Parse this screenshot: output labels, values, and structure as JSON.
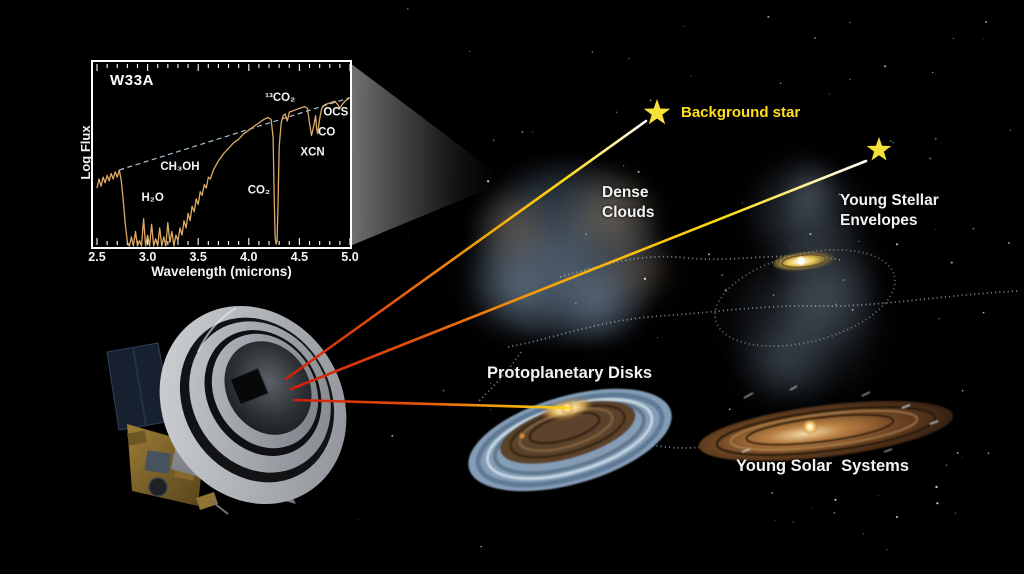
{
  "figure": {
    "type": "astronomy infographic: ice spectroscopy sightlines",
    "background_color": "#000000"
  },
  "labels": {
    "background_star": "Background star",
    "dense_clouds_line1": "Dense",
    "dense_clouds_line2": "Clouds",
    "young_stellar_envelopes_line1": "Young Stellar",
    "young_stellar_envelopes_line2": "Envelopes",
    "protoplanetary_disks": "Protoplanetary Disks",
    "young_solar_systems": "Young Solar  Systems"
  },
  "colors": {
    "star": "#f6e03a",
    "background_star_label": "#ffdf1e",
    "object_label": "#f2f2f2",
    "sightline": [
      "#cf1d0d",
      "#e65309",
      "#f2a50b",
      "#ffd90f",
      "#ffffff"
    ],
    "spectrum_line": "#dcaa66",
    "continuum_line": "#a9c2d2",
    "plot_border": "#ffffff"
  },
  "inset_chart": {
    "title": "W33A",
    "xlabel": "Wavelength (microns)",
    "ylabel": "Log Flux"
  },
  "chart_data": {
    "type": "line",
    "title": "W33A",
    "xlabel": "Wavelength (microns)",
    "ylabel": "Log Flux",
    "xlim": [
      2.46,
      5.0
    ],
    "ylim": [
      0,
      1
    ],
    "x_major_ticks": [
      2.5,
      3.0,
      3.5,
      4.0,
      4.5,
      5.0
    ],
    "x_minor_tick_step": 0.1,
    "grid": false,
    "legend": false,
    "series": [
      {
        "name": "W33A ice absorption spectrum",
        "color": "#dcaa66",
        "style": "solid",
        "x": [
          2.5,
          2.52,
          2.54,
          2.56,
          2.58,
          2.6,
          2.62,
          2.64,
          2.66,
          2.68,
          2.7,
          2.72,
          2.74,
          2.76,
          2.78,
          2.8,
          2.82,
          2.84,
          2.86,
          2.88,
          2.9,
          2.92,
          2.94,
          2.96,
          2.98,
          3.0,
          3.02,
          3.04,
          3.06,
          3.08,
          3.1,
          3.12,
          3.14,
          3.16,
          3.18,
          3.2,
          3.22,
          3.24,
          3.26,
          3.28,
          3.3,
          3.32,
          3.34,
          3.36,
          3.38,
          3.4,
          3.42,
          3.44,
          3.46,
          3.48,
          3.5,
          3.52,
          3.54,
          3.56,
          3.58,
          3.6,
          3.62,
          3.65,
          3.7,
          3.75,
          3.8,
          3.85,
          3.9,
          3.95,
          4.0,
          4.05,
          4.1,
          4.15,
          4.19,
          4.22,
          4.24,
          4.25,
          4.26,
          4.27,
          4.28,
          4.29,
          4.3,
          4.32,
          4.34,
          4.36,
          4.38,
          4.4,
          4.45,
          4.5,
          4.55,
          4.58,
          4.6,
          4.62,
          4.64,
          4.66,
          4.67,
          4.68,
          4.7,
          4.72,
          4.75,
          4.8,
          4.85,
          4.88,
          4.9,
          4.92,
          4.95,
          5.0
        ],
        "y": [
          0.32,
          0.37,
          0.33,
          0.38,
          0.35,
          0.39,
          0.36,
          0.4,
          0.37,
          0.41,
          0.38,
          0.42,
          0.36,
          0.25,
          0.12,
          0.02,
          0.0,
          0.05,
          0.0,
          0.08,
          0.0,
          0.03,
          0.0,
          0.15,
          0.0,
          0.06,
          0.0,
          0.12,
          0.0,
          0.04,
          0.0,
          0.1,
          0.0,
          0.05,
          0.0,
          0.13,
          0.02,
          0.08,
          0.0,
          0.06,
          0.03,
          0.1,
          0.06,
          0.14,
          0.1,
          0.18,
          0.14,
          0.22,
          0.19,
          0.26,
          0.23,
          0.3,
          0.28,
          0.34,
          0.32,
          0.38,
          0.37,
          0.42,
          0.47,
          0.51,
          0.54,
          0.57,
          0.59,
          0.62,
          0.64,
          0.66,
          0.68,
          0.7,
          0.71,
          0.7,
          0.6,
          0.3,
          0.05,
          0.01,
          0.03,
          0.25,
          0.55,
          0.68,
          0.72,
          0.73,
          0.69,
          0.74,
          0.75,
          0.76,
          0.77,
          0.76,
          0.68,
          0.61,
          0.66,
          0.72,
          0.65,
          0.62,
          0.7,
          0.76,
          0.78,
          0.79,
          0.8,
          0.78,
          0.76,
          0.78,
          0.8,
          0.82
        ]
      },
      {
        "name": "continuum fit (dashed)",
        "color": "#a9c2d2",
        "style": "dashed",
        "x": [
          2.72,
          5.0
        ],
        "y": [
          0.42,
          0.82
        ]
      }
    ],
    "annotations": [
      {
        "text": "H₂O",
        "x": 3.05,
        "y": 0.25
      },
      {
        "text": "CH₃OH",
        "x": 3.32,
        "y": 0.42
      },
      {
        "text": "CO₂",
        "x": 4.1,
        "y": 0.29
      },
      {
        "text": "¹³CO₂",
        "x": 4.31,
        "y": 0.8
      },
      {
        "text": "XCN",
        "x": 4.63,
        "y": 0.5
      },
      {
        "text": "CO",
        "x": 4.77,
        "y": 0.61
      },
      {
        "text": "OCS",
        "x": 4.86,
        "y": 0.72
      }
    ]
  }
}
